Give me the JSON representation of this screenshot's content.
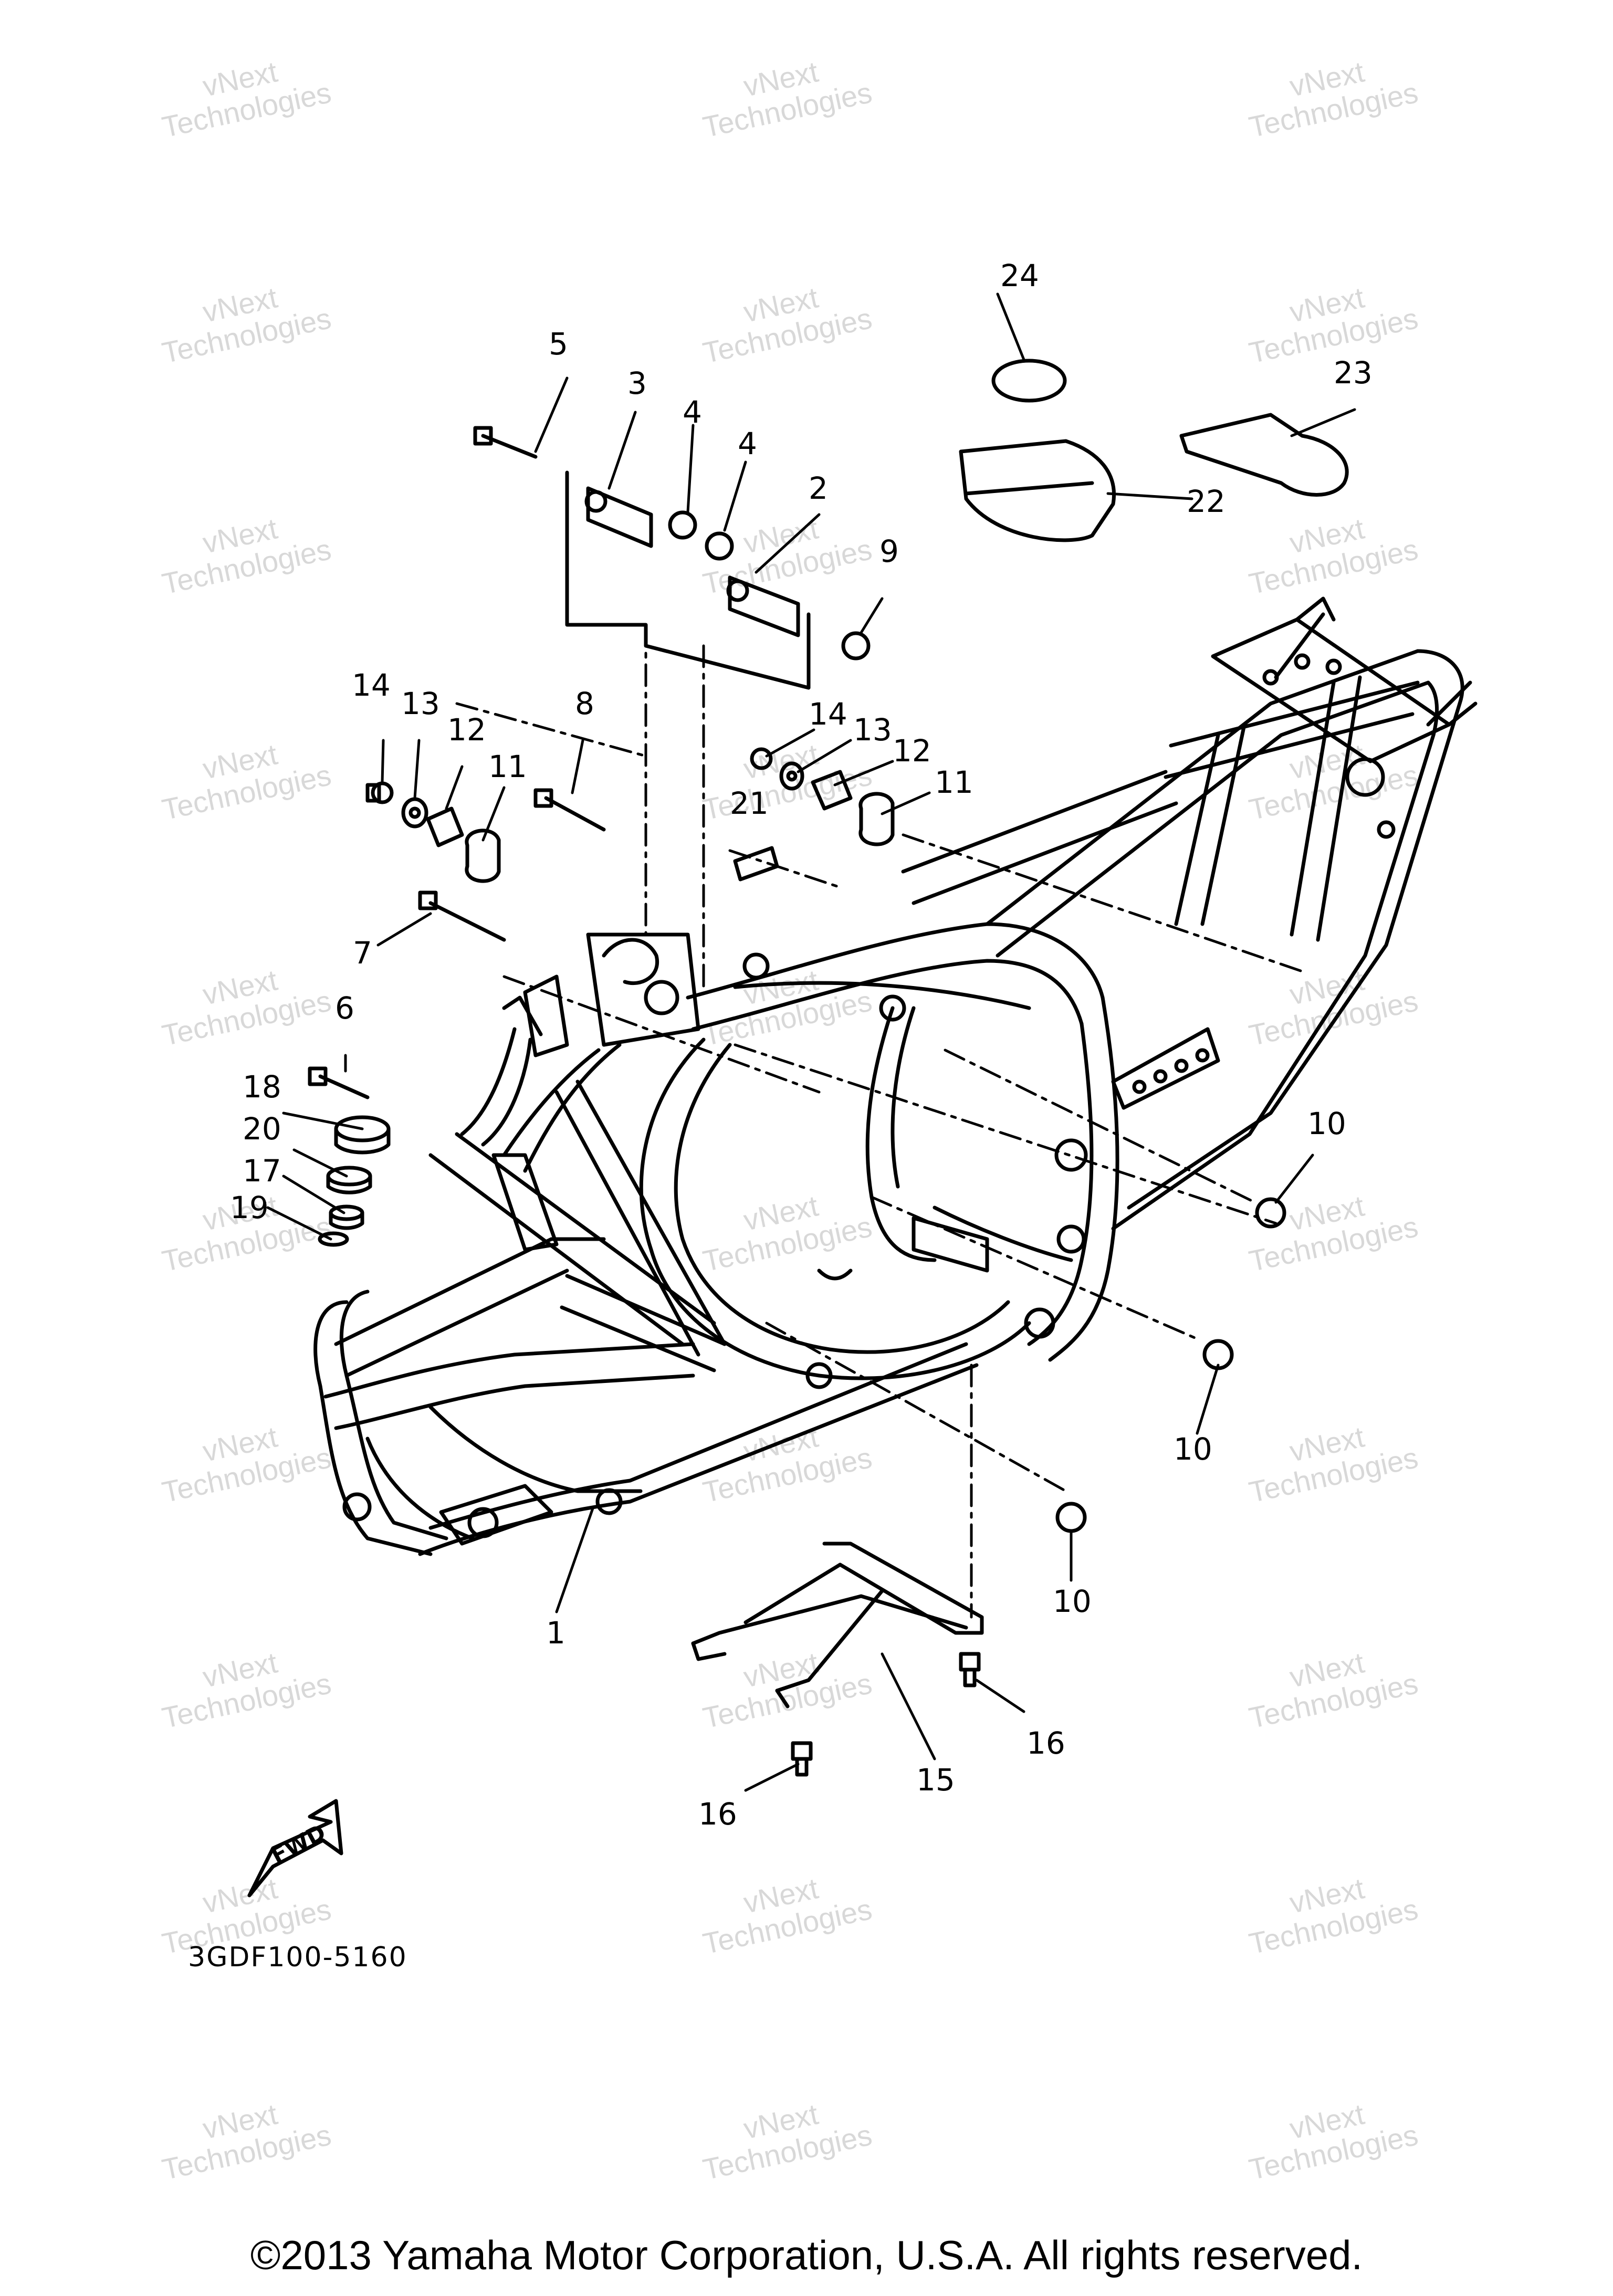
{
  "watermark": {
    "line1": "vNext",
    "line2": "Technologies"
  },
  "diagram_code": "3GDF100-5160",
  "fwd_label": "FWD",
  "copyright": "©2013 Yamaha Motor Corporation, U.S.A. All rights reserved.",
  "callouts": [
    "1",
    "2",
    "3",
    "4",
    "4",
    "5",
    "6",
    "7",
    "8",
    "9",
    "10",
    "10",
    "10",
    "11",
    "11",
    "12",
    "12",
    "13",
    "13",
    "14",
    "14",
    "15",
    "16",
    "16",
    "17",
    "18",
    "19",
    "20",
    "21",
    "22",
    "23",
    "24"
  ]
}
